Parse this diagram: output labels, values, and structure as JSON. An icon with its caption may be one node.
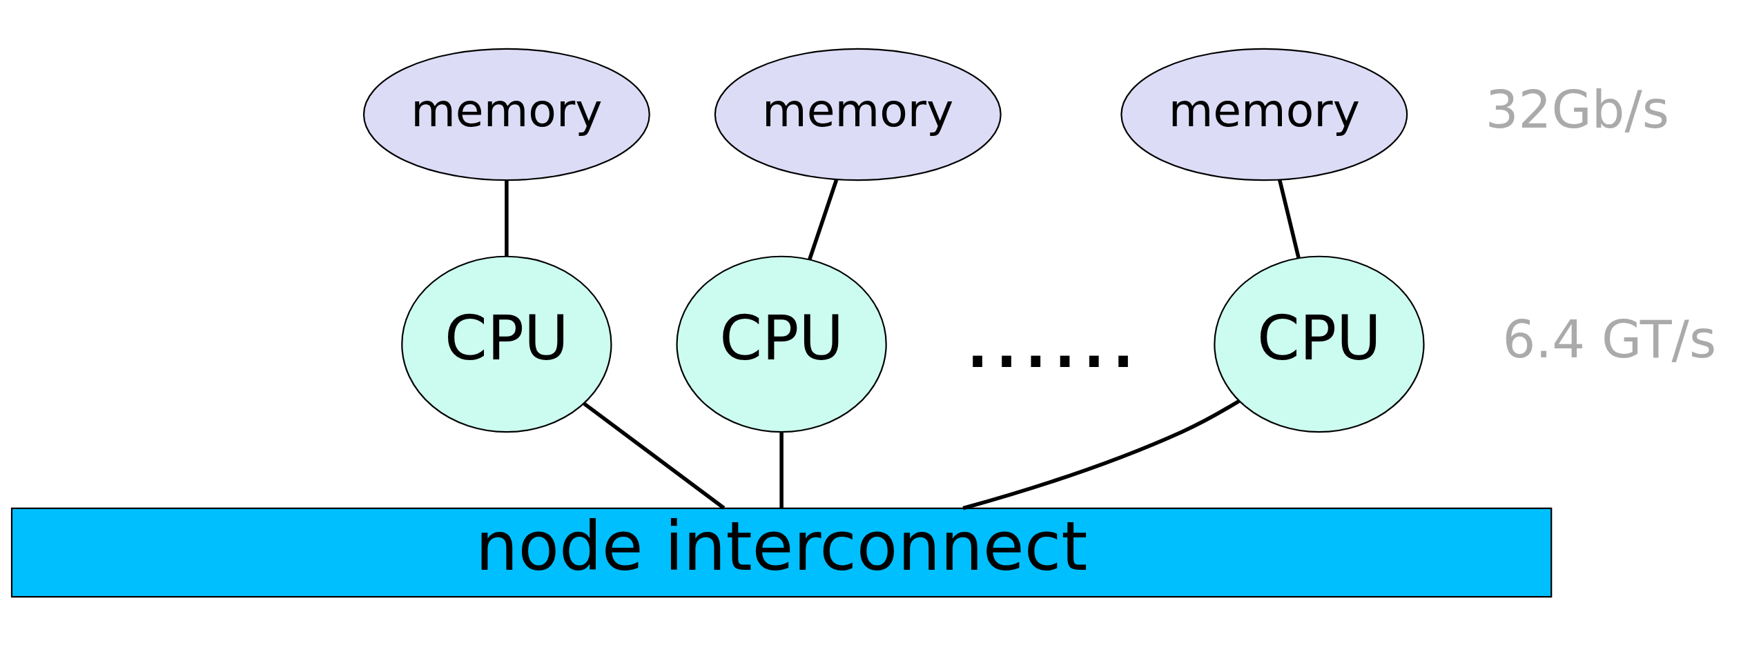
{
  "diagram": {
    "nodes": [
      {
        "text": [
          "memory"
        ]
      },
      {
        "text": [
          "memory"
        ]
      },
      {
        "text": [
          "memory"
        ]
      },
      {
        "text": [
          "CPU"
        ]
      },
      {
        "text": [
          "CPU"
        ]
      },
      {
        "text": [
          "CPU"
        ]
      },
      {
        "text": [
          "node interconnect"
        ]
      }
    ],
    "edges": [
      {
        "from": 0,
        "to": 3,
        "arrow": "none"
      },
      {
        "from": 1,
        "to": 4,
        "arrow": "none"
      },
      {
        "from": 2,
        "to": 5,
        "arrow": "none"
      },
      {
        "from": 3,
        "to": 6,
        "arrow": "none"
      },
      {
        "from": 4,
        "to": 6,
        "arrow": "none"
      },
      {
        "from": 5,
        "to": 6,
        "arrow": "none"
      }
    ],
    "labels": [
      "......",
      "32Gb/s",
      "6.4 GT/s"
    ]
  }
}
